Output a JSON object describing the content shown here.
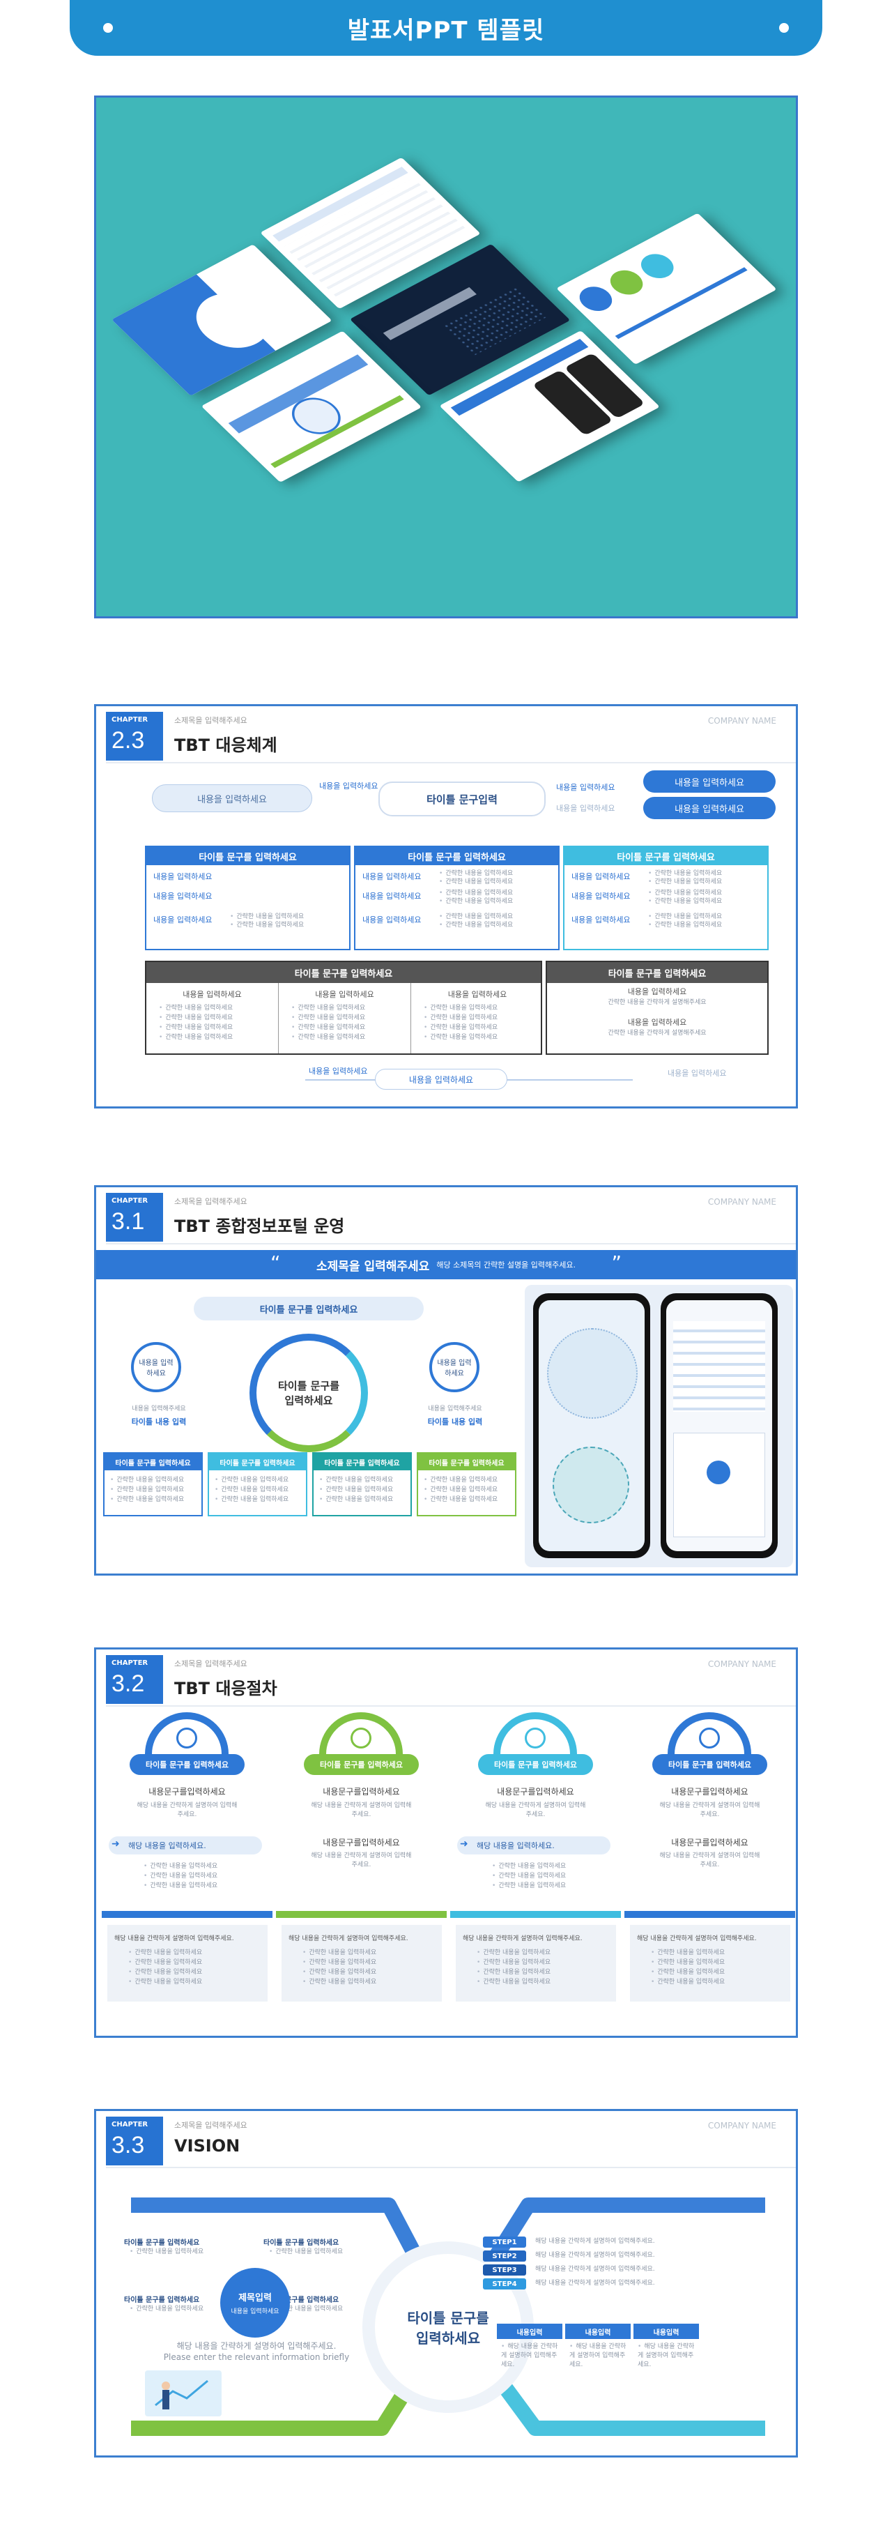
{
  "banner": {
    "title": "발표서PPT 템플릿"
  },
  "slides": {
    "s23": {
      "chapter": "CHAPTER",
      "num": "2.3",
      "sub": "소제목을 입력해주세요",
      "title": "TBT 대응체계",
      "company": "COMPANY NAME",
      "input_left": "내용을 입력하세요",
      "title_input": "타이틀 문구입력",
      "small_input": "내용을 입력하세요",
      "right_pill1": "내용을 입력하세요",
      "right_pill2": "내용을 입력하세요",
      "right_label": "내용을 입력하세요",
      "mid_label": "내용을 입력하세요",
      "col_headers": [
        "타이틀 문구를 입력하세요",
        "타이틀 문구를 입력하세요",
        "타이틀 문구를 입력하세요"
      ],
      "content": "내용을 입력하세요",
      "detail": "간략한 내용을 입력하세요",
      "table_header_left": "타이틀 문구를 입력하세요",
      "table_header_right": "타이틀 문구를 입력하세요",
      "detail_long": "간략한 내용을 간략하게 설명해주세요",
      "bottom1": "내용을 입력하세요",
      "bottom2": "내용을 입력하세요",
      "bottom3": "내용을 입력하세요"
    },
    "s31": {
      "chapter": "CHAPTER",
      "num": "3.1",
      "sub": "소제목을 입력해주세요",
      "title": "TBT 종합정보포털 운영",
      "company": "COMPANY NAME",
      "quote_main": "소제목을 입력해주세요",
      "quote_sub": "해당 소제목의 간략한 설명을 입력해주세요.",
      "top_pill": "타이틀 문구를 입력하세요",
      "center": "타이틀 문구를 입력하세요",
      "side_circle": "내용을 입력하세요",
      "side_text": "내용을 입력해주세요",
      "side_title": "타이틀 내용 입력",
      "boxes": [
        "타이틀 문구를 입력하세요",
        "타이틀 문구를 입력하세요",
        "타이틀 문구를 입력하세요",
        "타이틀 문구를 입력하세요"
      ],
      "detail": "간략한 내용을 입력하세요"
    },
    "s32": {
      "chapter": "CHAPTER",
      "num": "3.2",
      "sub": "소제목을 입력해주세요",
      "title": "TBT 대응절차",
      "company": "COMPANY NAME",
      "heads": [
        "타이틀 문구를 입력하세요",
        "타이틀 문구를 입력하세요",
        "타이틀 문구를 입력하세요",
        "타이틀 문구를 입력하세요"
      ],
      "line1": "내용문구를입력하세요",
      "desc": "해당 내용을 간략하게 설명하여 입력해주세요.",
      "highlight": "해당 내용을 입력하세요.",
      "detail": "간략한 내용을 입력하세요",
      "bottom": "해당 내용을 간략하게 설명하여 입력해주세요."
    },
    "s33": {
      "chapter": "CHAPTER",
      "num": "3.3",
      "sub": "소제목을 입력해주세요",
      "title": "VISION",
      "company": "COMPANY NAME",
      "left_items": [
        "타이틀 문구를 입력하세요",
        "타이틀 문구를 입력하세요",
        "타이틀 문구를 입력하세요",
        "타이틀 문구를 입력하세요"
      ],
      "left_circle": "제목입력",
      "left_circle_sub": "내용을 입력하세요",
      "detail": "간략한 내용을 입력하세요",
      "left_desc": "해당 내용을 간략하게 설명하여 입력해주세요.",
      "left_desc_en": "Please enter the relevant information briefly",
      "center": "타이틀 문구를 입력하세요",
      "steps": [
        "STEP1",
        "STEP2",
        "STEP3",
        "STEP4"
      ],
      "step_text": "해당 내용을 간략하게 설명하여 입력해주세요.",
      "table_heads": [
        "내용입력",
        "내용입력",
        "내용입력"
      ],
      "table_cell": "해당 내용을 간략하게 설명하여 입력해주세요."
    }
  },
  "colors": {
    "primary": "#2773d2",
    "teal": "#40b7b9",
    "green": "#7fc241",
    "cyan": "#3fbde0",
    "navy": "#1d4f8e"
  }
}
